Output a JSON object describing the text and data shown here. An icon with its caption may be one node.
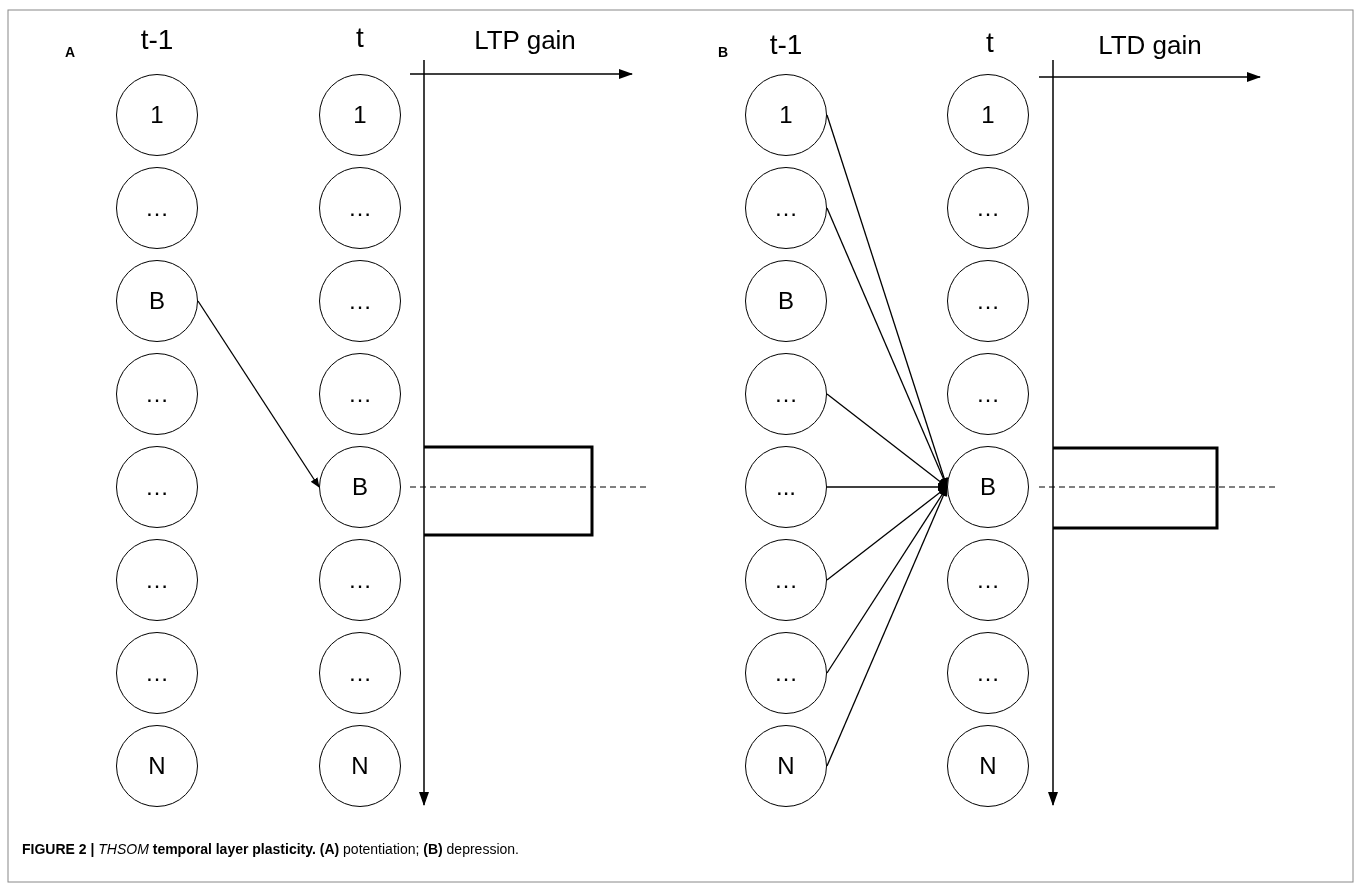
{
  "diagram": {
    "caption": "**FIGURE 2 |** *THSOM* **temporal layer plasticity. (A)** potentiation; **(B)** depression.",
    "nodes": [
      {
        "text": [
          "1"
        ]
      },
      {
        "text": [
          "…"
        ]
      },
      {
        "text": [
          "B"
        ]
      },
      {
        "text": [
          "…"
        ]
      },
      {
        "text": [
          "…"
        ]
      },
      {
        "text": [
          "…"
        ]
      },
      {
        "text": [
          "…"
        ]
      },
      {
        "text": [
          "N"
        ]
      },
      {
        "text": [
          "1"
        ]
      },
      {
        "text": [
          "…"
        ]
      },
      {
        "text": [
          "…"
        ]
      },
      {
        "text": [
          "…"
        ]
      },
      {
        "text": [
          "B"
        ]
      },
      {
        "text": [
          "…"
        ]
      },
      {
        "text": [
          "…"
        ]
      },
      {
        "text": [
          "N"
        ]
      },
      {
        "text": [
          "1"
        ]
      },
      {
        "text": [
          "…"
        ]
      },
      {
        "text": [
          "B"
        ]
      },
      {
        "text": [
          "…"
        ]
      },
      {
        "text": [
          "..."
        ]
      },
      {
        "text": [
          "…"
        ]
      },
      {
        "text": [
          "…"
        ]
      },
      {
        "text": [
          "N"
        ]
      },
      {
        "text": [
          "1"
        ]
      },
      {
        "text": [
          "…"
        ]
      },
      {
        "text": [
          "…"
        ]
      },
      {
        "text": [
          "…"
        ]
      },
      {
        "text": [
          "B"
        ]
      },
      {
        "text": [
          "…"
        ]
      },
      {
        "text": [
          "…"
        ]
      },
      {
        "text": [
          "N"
        ]
      }
    ],
    "edges": [
      {
        "from": 2,
        "to": 12,
        "arrow": "to"
      },
      {
        "from": 16,
        "to": 28,
        "arrow": "to"
      },
      {
        "from": 17,
        "to": 28,
        "arrow": "to"
      },
      {
        "from": 19,
        "to": 28,
        "arrow": "to"
      },
      {
        "from": 20,
        "to": 28,
        "arrow": "to"
      },
      {
        "from": 21,
        "to": 28,
        "arrow": "to"
      },
      {
        "from": 22,
        "to": 28,
        "arrow": "to"
      },
      {
        "from": 23,
        "to": 28,
        "arrow": "to"
      }
    ],
    "labels": [
      "A",
      "t-1",
      "t",
      "LTP gain",
      "B",
      "t-1",
      "t",
      "LTD gain"
    ]
  }
}
